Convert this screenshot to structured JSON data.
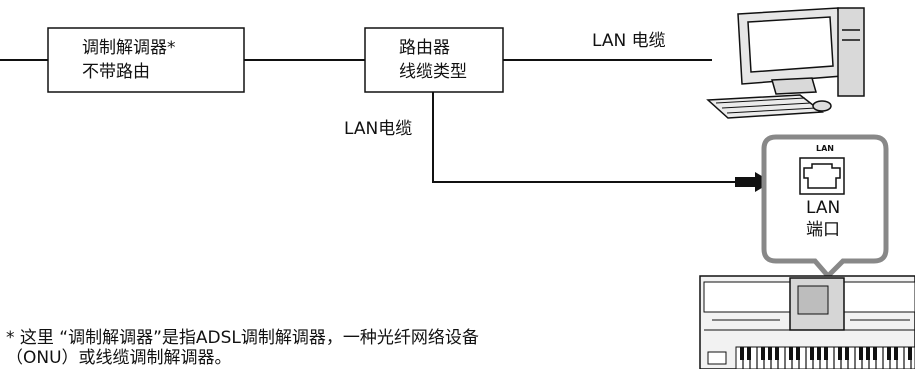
{
  "modem": {
    "line1": "调制解调器*",
    "line2": "不带路由"
  },
  "router": {
    "line1": "路由器",
    "line2": "线缆类型"
  },
  "cable_top": "LAN 电缆",
  "cable_down": "LAN电缆",
  "callout": {
    "header": "LAN",
    "line1": "LAN",
    "line2": "端口"
  },
  "footnote": {
    "line1": "* 这里 “调制解调器”是指ADSL调制解调器，一种光纤网络设备",
    "line2": "（ONU）或线缆调制解调器。"
  },
  "icons": [
    "computer-icon",
    "lan-port-icon",
    "keyboard-instrument-icon"
  ]
}
